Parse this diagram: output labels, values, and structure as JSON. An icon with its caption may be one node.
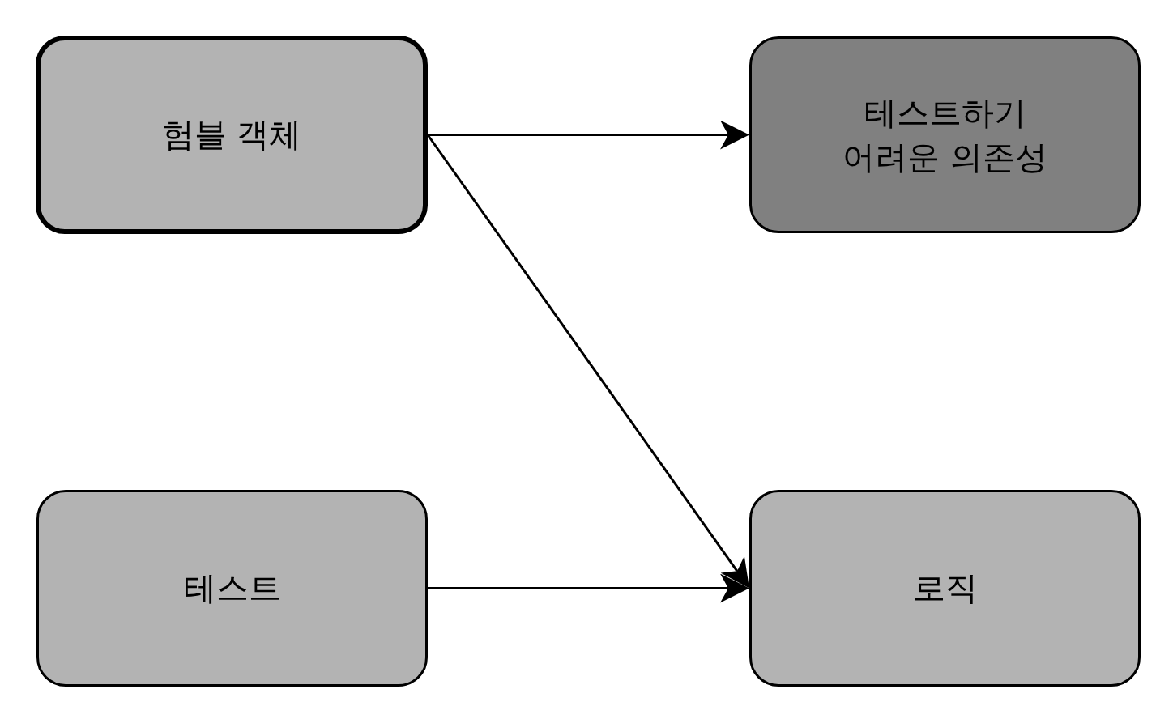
{
  "diagram": {
    "nodes": [
      {
        "text": [
          "험블 객체"
        ]
      },
      {
        "text": [
          "테스트하기 어려운 의존성"
        ]
      },
      {
        "text": [
          "테스트"
        ]
      },
      {
        "text": [
          "로직"
        ]
      }
    ],
    "edges": [
      {
        "from": 0,
        "to": 1,
        "arrow": "to"
      },
      {
        "from": 0,
        "to": 3,
        "arrow": "to"
      },
      {
        "from": 2,
        "to": 3,
        "arrow": "to"
      }
    ]
  }
}
